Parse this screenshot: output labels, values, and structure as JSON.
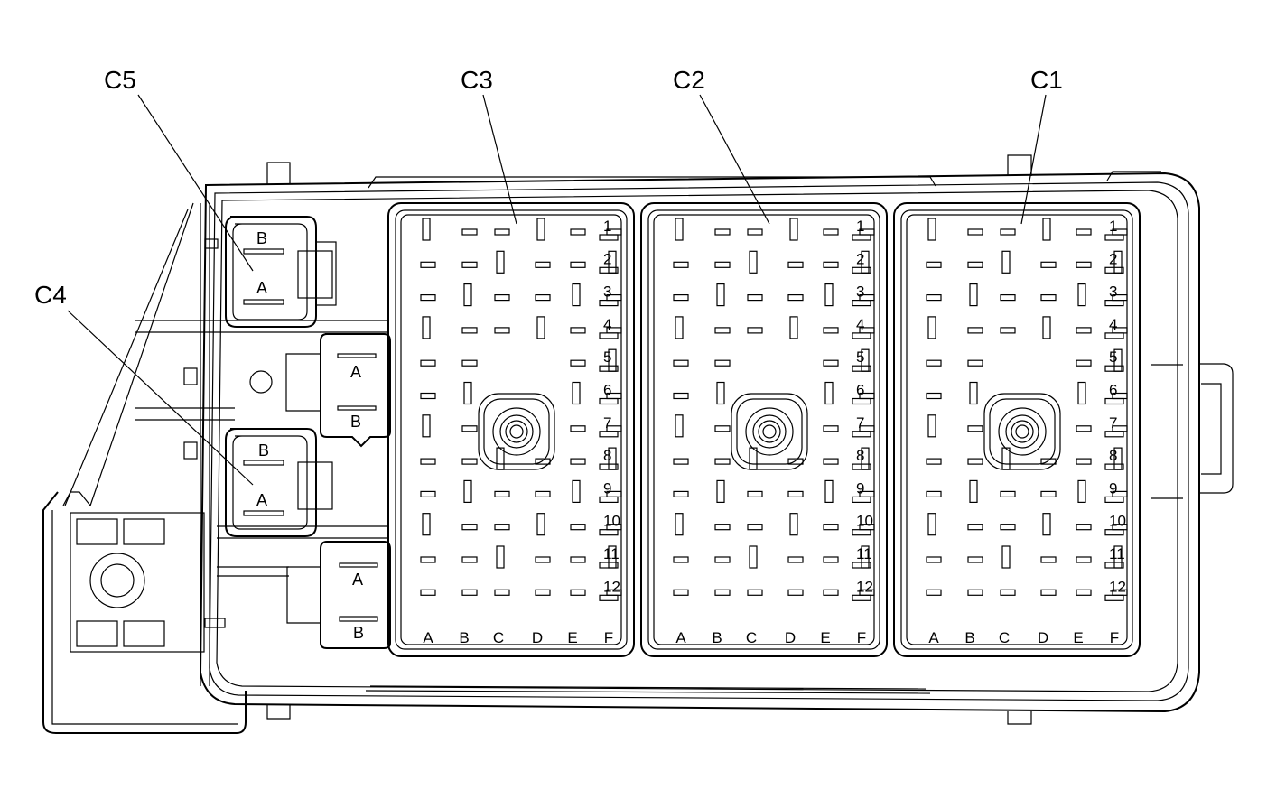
{
  "callouts": {
    "c1": "C1",
    "c2": "C2",
    "c3": "C3",
    "c4": "C4",
    "c5": "C5"
  },
  "connectors": [
    {
      "id": "C3",
      "rows": [
        "1",
        "2",
        "3",
        "4",
        "5",
        "6",
        "7",
        "8",
        "9",
        "10",
        "11",
        "12"
      ],
      "columns": [
        "A",
        "B",
        "C",
        "D",
        "E",
        "F"
      ]
    },
    {
      "id": "C2",
      "rows": [
        "1",
        "2",
        "3",
        "4",
        "5",
        "6",
        "7",
        "8",
        "9",
        "10",
        "11",
        "12"
      ],
      "columns": [
        "A",
        "B",
        "C",
        "D",
        "E",
        "F"
      ]
    },
    {
      "id": "C1",
      "rows": [
        "1",
        "2",
        "3",
        "4",
        "5",
        "6",
        "7",
        "8",
        "9",
        "10",
        "11",
        "12"
      ],
      "columns": [
        "A",
        "B",
        "C",
        "D",
        "E",
        "F"
      ]
    }
  ],
  "small_connectors": {
    "c5": {
      "top": "B",
      "bottom": "A"
    },
    "c4": {
      "top": "B",
      "bottom": "A"
    },
    "relay_upper": {
      "top": "A",
      "bottom": "B"
    },
    "relay_lower": {
      "top": "A",
      "bottom": "B"
    }
  }
}
